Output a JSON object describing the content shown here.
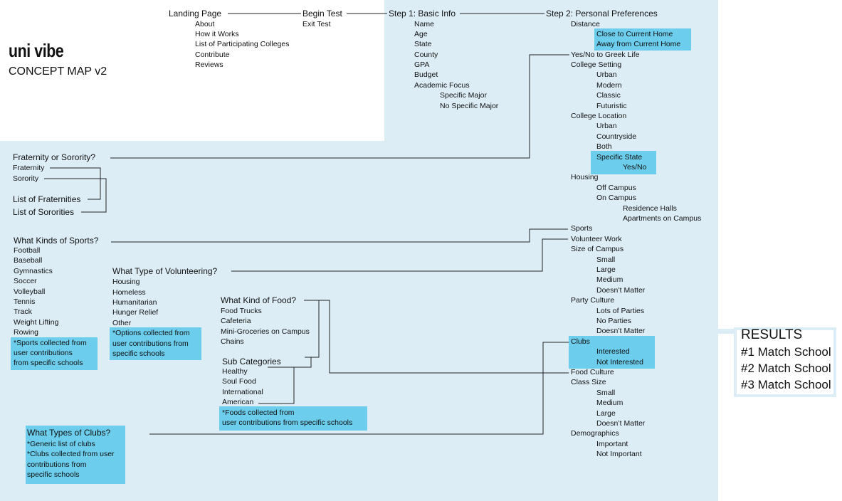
{
  "title": {
    "brand": "uni vibe",
    "subtitle": "CONCEPT MAP v2"
  },
  "top": {
    "landing": "Landing Page",
    "landing_items": [
      "About",
      "How it Works",
      "List of Participating Colleges",
      "Contribute",
      "Reviews"
    ],
    "begin": "Begin Test",
    "exit": "Exit Test"
  },
  "step1": {
    "title": "Step 1: Basic Info",
    "items": [
      "Name",
      "Age",
      "State",
      "County",
      "GPA",
      "Budget",
      "Academic Focus"
    ],
    "sub": [
      "Specific Major",
      "No Specific Major"
    ]
  },
  "step2": {
    "title": "Step 2: Personal Preferences",
    "distance": "Distance",
    "distance_opts": [
      "Close to Current Home",
      "Away from Current Home"
    ],
    "greek": "Yes/No to Greek Life",
    "setting": "College Setting",
    "setting_opts": [
      "Urban",
      "Modern",
      "Classic",
      "Futuristic"
    ],
    "location": "College Location",
    "location_opts": [
      "Urban",
      "Countryside",
      "Both"
    ],
    "specific_state": "Specific State",
    "yes_no": "Yes/No",
    "housing": "Housing",
    "housing_opts": [
      "Off Campus",
      "On Campus"
    ],
    "housing_sub": [
      "Residence Halls",
      "Apartments on Campus"
    ],
    "sports": "Sports",
    "volunteer": "Volunteer Work",
    "size": "Size of Campus",
    "size_opts": [
      "Small",
      "Large",
      "Medium",
      "Doesn’t Matter"
    ],
    "party": "Party Culture",
    "party_opts": [
      "Lots of Parties",
      "No Parties",
      "Doesn’t Matter"
    ],
    "clubs": "Clubs",
    "clubs_opts": [
      "Interested",
      "Not Interested"
    ],
    "food": "Food Culture",
    "class_size": "Class Size",
    "class_opts": [
      "Small",
      "Medium",
      "Large",
      "Doesn’t Matter"
    ],
    "demographics": "Demographics",
    "demo_opts": [
      "Important",
      "Not Important"
    ]
  },
  "greek": {
    "title": "Fraternity or Sorority?",
    "items": [
      "Fraternity",
      "Sorority"
    ],
    "lists": [
      "List of Fraternities",
      "List of Sororities"
    ]
  },
  "sports": {
    "title": "What Kinds of Sports?",
    "items": [
      "Football",
      "Baseball",
      "Gymnastics",
      "Soccer",
      "Volleyball",
      "Tennis",
      "Track",
      "Weight Lifting",
      "Rowing"
    ],
    "note": [
      "*Sports collected from",
      "user contributions",
      "from specific schools"
    ]
  },
  "volunteer": {
    "title": "What Type of Volunteering?",
    "items": [
      "Housing",
      "Homeless",
      "Humanitarian",
      "Hunger Relief",
      "Other"
    ],
    "note": [
      "*Options collected from",
      "user contributions from",
      "specific schools"
    ]
  },
  "food": {
    "title": "What Kind of Food?",
    "items": [
      "Food Trucks",
      "Cafeteria",
      "Mini-Groceries on Campus",
      "Chains"
    ],
    "sub_title": "Sub Categories",
    "sub_items": [
      "Healthy",
      "Soul Food",
      "International",
      "American"
    ],
    "note": [
      "*Foods collected from",
      "user contributions from specific schools"
    ]
  },
  "clubs": {
    "title": "What Types of Clubs?",
    "note": [
      "*Generic list of clubs",
      "*Clubs collected from user",
      "contributions from",
      "specific schools"
    ]
  },
  "results": {
    "title": "RESULTS",
    "items": [
      "#1 Match School",
      "#2 Match School",
      "#3 Match School"
    ]
  },
  "colors": {
    "panel": "#dcedf6",
    "highlight": "#6ccdec",
    "line": "#222222"
  }
}
